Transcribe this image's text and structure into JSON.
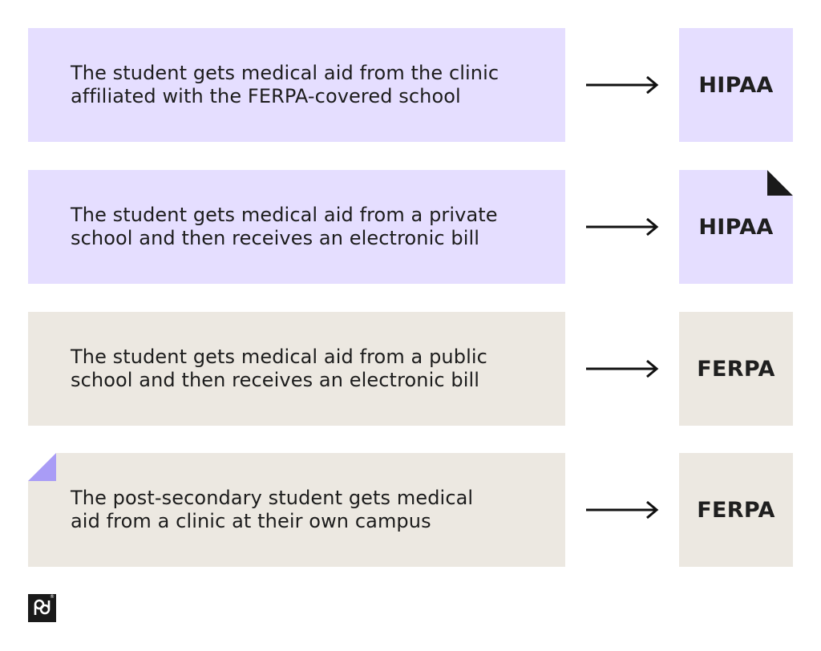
{
  "rows": [
    {
      "scenario": "The student gets medical aid from the clinic\naffiliated with the FERPA-covered school",
      "result": "HIPAA",
      "theme": "purple"
    },
    {
      "scenario": "The student gets medical aid from a private\nschool and then receives an electronic bill",
      "result": "HIPAA",
      "theme": "purple"
    },
    {
      "scenario": "The student gets medical aid from a public\nschool and then receives an electronic bill",
      "result": "FERPA",
      "theme": "beige"
    },
    {
      "scenario": "The post-secondary student gets medical\naid from a clinic at their own campus",
      "result": "FERPA",
      "theme": "beige"
    }
  ],
  "colors": {
    "purple_fill": "#e5deff",
    "beige_fill": "#ece8e1",
    "purple_accent": "#a99cf6",
    "dark_accent": "#1a1a1a",
    "text": "#1c1c1c"
  },
  "logo": {
    "icon": "pd-logo-icon"
  }
}
